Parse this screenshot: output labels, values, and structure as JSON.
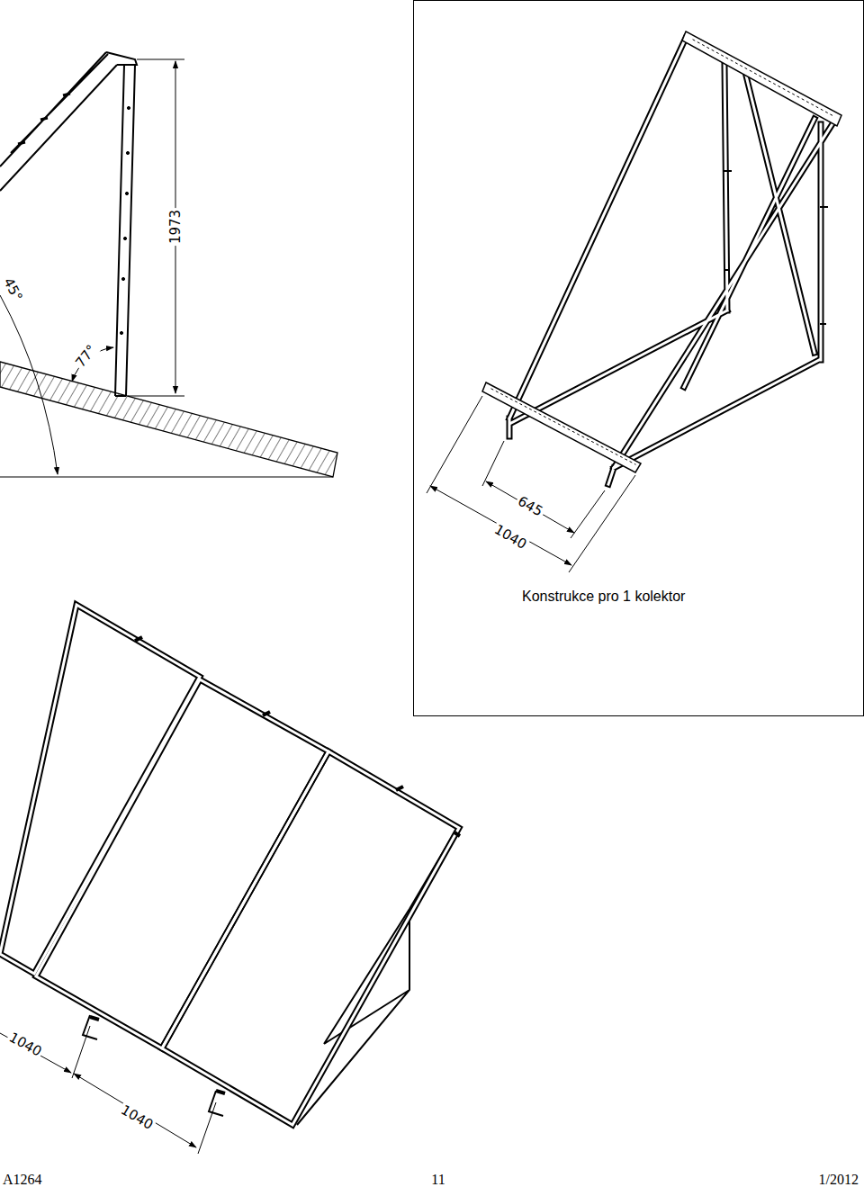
{
  "diagram": {
    "caption": "Konstrukce pro 1 kolektor",
    "labels": [
      "45°",
      "1973",
      "77°",
      "645",
      "1040",
      "1040",
      "1040",
      "A1264",
      "11",
      "1/2012"
    ]
  }
}
